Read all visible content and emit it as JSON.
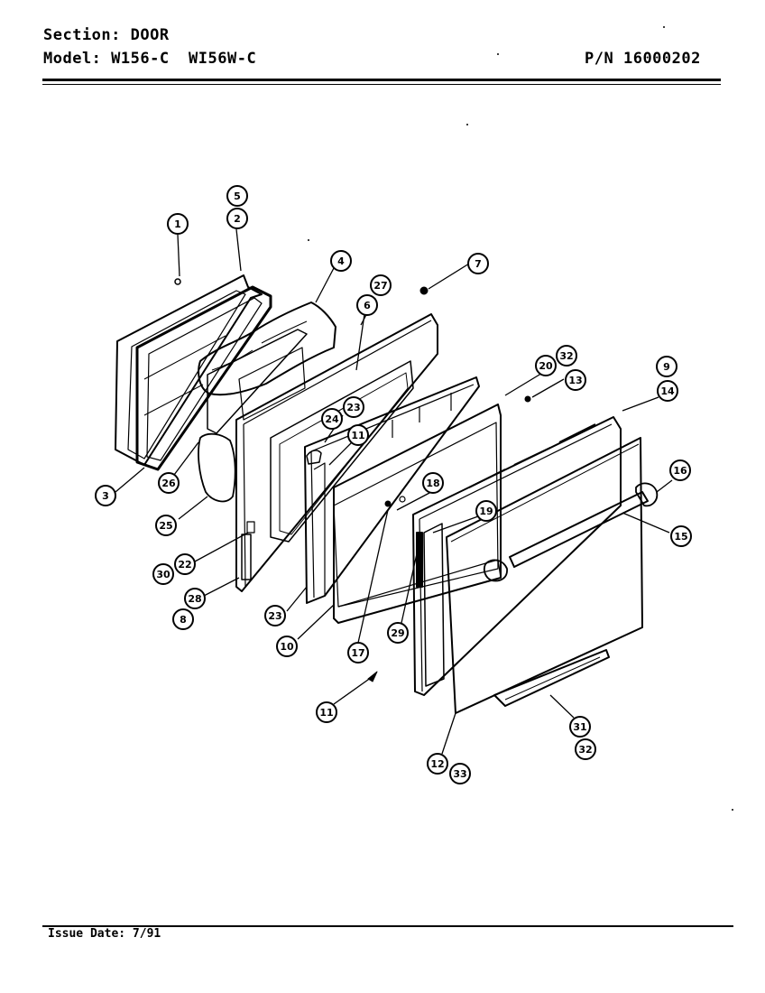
{
  "header": {
    "section_label": "Section:",
    "section_value": "DOOR",
    "model_label": "Model:",
    "model_values": "W156-C  WI56W-C",
    "pn_label": "P/N",
    "pn_value": "16000202"
  },
  "footer": {
    "issue_label": "Issue Date:",
    "issue_value": "7/91"
  },
  "callouts": [
    {
      "id": "c1",
      "label": "1"
    },
    {
      "id": "c5",
      "label": "5"
    },
    {
      "id": "c2",
      "label": "2"
    },
    {
      "id": "c4",
      "label": "4"
    },
    {
      "id": "c7",
      "label": "7"
    },
    {
      "id": "c27",
      "label": "27"
    },
    {
      "id": "c6",
      "label": "6"
    },
    {
      "id": "c32a",
      "label": "32"
    },
    {
      "id": "c20",
      "label": "20"
    },
    {
      "id": "c13",
      "label": "13"
    },
    {
      "id": "c9",
      "label": "9"
    },
    {
      "id": "c14",
      "label": "14"
    },
    {
      "id": "c23a",
      "label": "23"
    },
    {
      "id": "c24",
      "label": "24"
    },
    {
      "id": "c11a",
      "label": "11"
    },
    {
      "id": "c3",
      "label": "3"
    },
    {
      "id": "c26",
      "label": "26"
    },
    {
      "id": "c25",
      "label": "25"
    },
    {
      "id": "c16",
      "label": "16"
    },
    {
      "id": "c18",
      "label": "18"
    },
    {
      "id": "c19",
      "label": "19"
    },
    {
      "id": "c15",
      "label": "15"
    },
    {
      "id": "c30",
      "label": "30"
    },
    {
      "id": "c22",
      "label": "22"
    },
    {
      "id": "c28",
      "label": "28"
    },
    {
      "id": "c8",
      "label": "8"
    },
    {
      "id": "c23b",
      "label": "23"
    },
    {
      "id": "c10",
      "label": "10"
    },
    {
      "id": "c17",
      "label": "17"
    },
    {
      "id": "c29",
      "label": "29"
    },
    {
      "id": "c11b",
      "label": "11"
    },
    {
      "id": "c31",
      "label": "31"
    },
    {
      "id": "c32b",
      "label": "32"
    },
    {
      "id": "c12",
      "label": "12"
    },
    {
      "id": "c33",
      "label": "33"
    }
  ]
}
